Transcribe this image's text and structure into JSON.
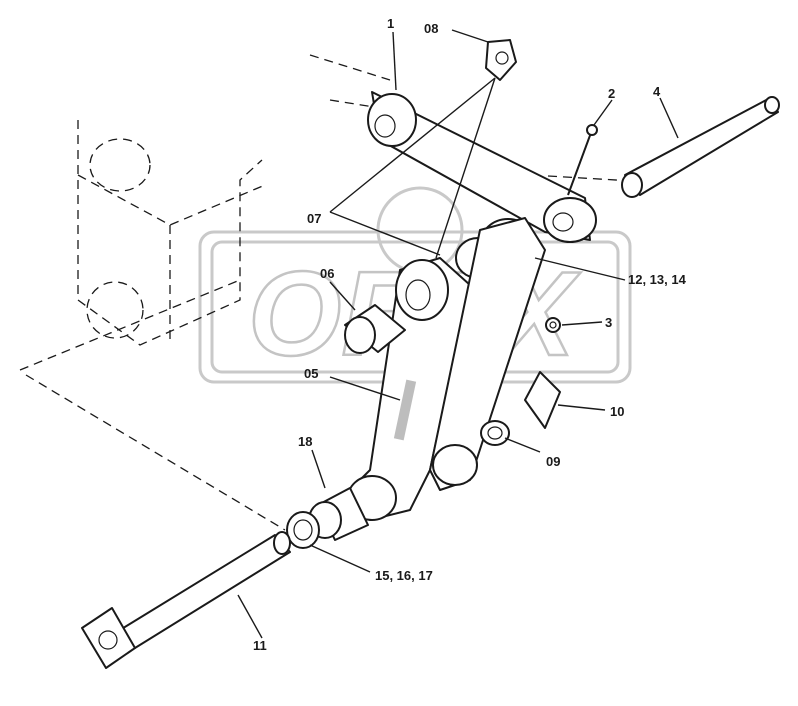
{
  "watermark": {
    "text": "OFEX"
  },
  "callouts": [
    {
      "id": "c1",
      "text": "1"
    },
    {
      "id": "c08",
      "text": "08"
    },
    {
      "id": "c2",
      "text": "2"
    },
    {
      "id": "c4",
      "text": "4"
    },
    {
      "id": "c07",
      "text": "07"
    },
    {
      "id": "c06",
      "text": "06"
    },
    {
      "id": "c12",
      "text": "12, 13, 14"
    },
    {
      "id": "c3",
      "text": "3"
    },
    {
      "id": "c05",
      "text": "05"
    },
    {
      "id": "c10",
      "text": "10"
    },
    {
      "id": "c18",
      "text": "18"
    },
    {
      "id": "c09",
      "text": "09"
    },
    {
      "id": "c15",
      "text": "15, 16, 17"
    },
    {
      "id": "c11",
      "text": "11"
    }
  ]
}
